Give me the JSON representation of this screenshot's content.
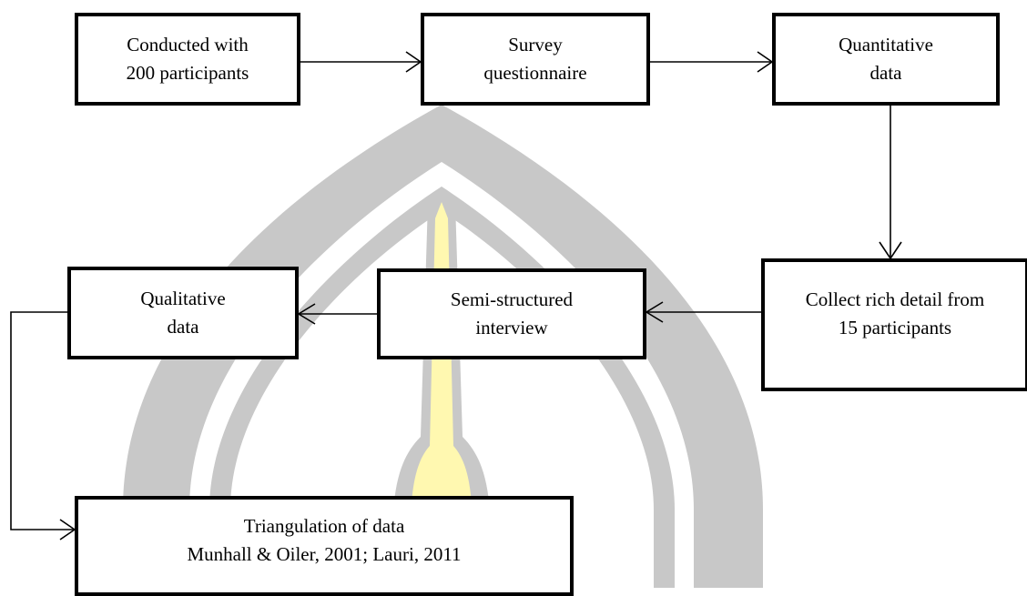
{
  "boxes": {
    "conducted": {
      "line1": "Conducted with",
      "line2": "200 participants"
    },
    "survey": {
      "line1": "Survey",
      "line2": "questionnaire"
    },
    "quantitative": {
      "line1": "Quantitative",
      "line2": "data"
    },
    "collect": {
      "line1": "Collect rich detail from",
      "line2": "15 participants"
    },
    "semi": {
      "line1": "Semi-structured",
      "line2": "interview"
    },
    "qualitative": {
      "line1": "Qualitative",
      "line2": "data"
    },
    "triangulation": {
      "line1": "Triangulation of data",
      "line2": "Munhall & Oiler, 2001; Lauri, 2011"
    }
  },
  "colors": {
    "watermark": "#c8c8c8",
    "watermark_spire": "#fff8b0",
    "stroke": "#000000"
  }
}
